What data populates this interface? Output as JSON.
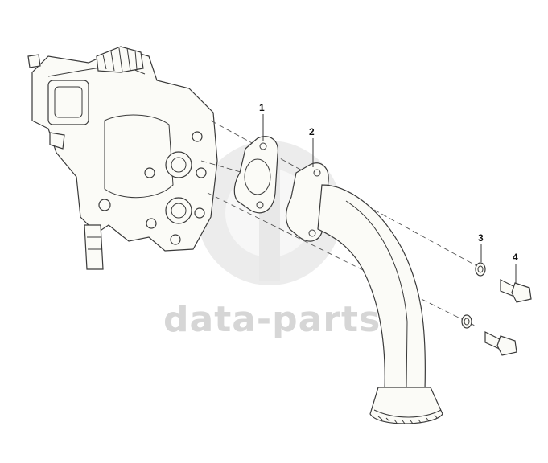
{
  "watermark": {
    "text": "data-parts"
  },
  "callouts": [
    {
      "id": "1",
      "label": "1"
    },
    {
      "id": "2",
      "label": "2"
    },
    {
      "id": "3",
      "label": "3"
    },
    {
      "id": "4",
      "label": "4"
    }
  ],
  "colors": {
    "line": "#3a3a3a",
    "watermark": "#d6d6d6",
    "background": "#ffffff"
  }
}
